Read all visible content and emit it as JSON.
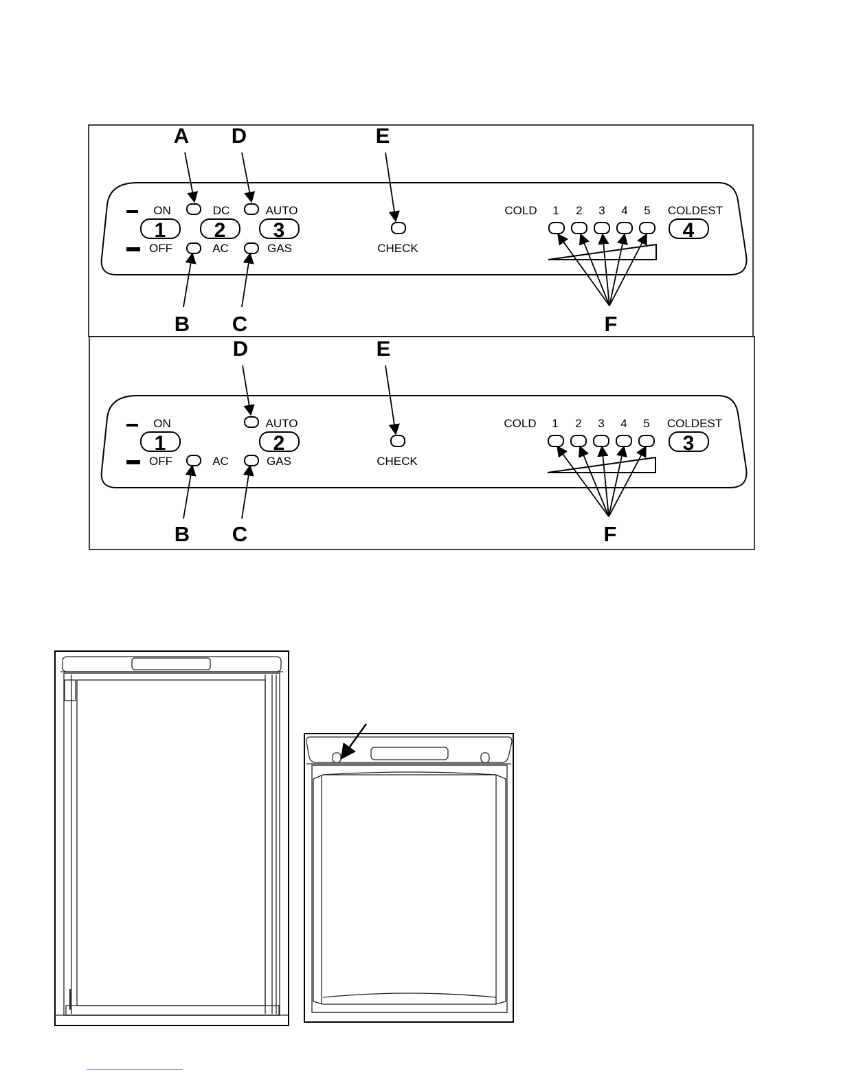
{
  "panel_3way": {
    "callouts": {
      "a": "A",
      "b": "B",
      "c": "C",
      "d": "D",
      "e": "E",
      "f": "F"
    },
    "labels": {
      "on": "ON",
      "off": "OFF",
      "dc": "DC",
      "ac": "AC",
      "auto": "AUTO",
      "gas": "GAS",
      "check": "CHECK",
      "cold": "COLD",
      "coldest": "COLDEST"
    },
    "levels": [
      "1",
      "2",
      "3",
      "4",
      "5"
    ],
    "buttons": [
      "1",
      "2",
      "3",
      "4"
    ]
  },
  "panel_2way": {
    "callouts": {
      "b": "B",
      "c": "C",
      "d": "D",
      "e": "E",
      "f": "F"
    },
    "labels": {
      "on": "ON",
      "off": "OFF",
      "ac": "AC",
      "auto": "AUTO",
      "gas": "GAS",
      "check": "CHECK",
      "cold": "COLD",
      "coldest": "COLDEST"
    },
    "levels": [
      "1",
      "2",
      "3",
      "4",
      "5"
    ],
    "buttons": [
      "1",
      "2",
      "3"
    ]
  }
}
